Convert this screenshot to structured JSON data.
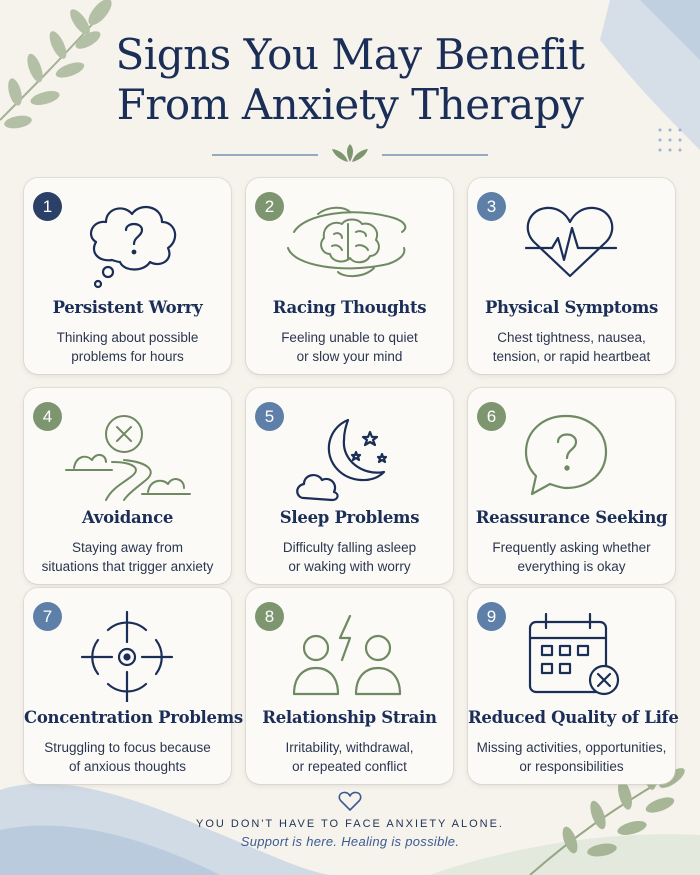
{
  "title": {
    "line1": "Signs You May Benefit",
    "line2": "From Anxiety Therapy"
  },
  "colors": {
    "navy": "#1b2e57",
    "sage": "#7d9670",
    "blue": "#5d7fa8",
    "dark_badge": "#2b4066"
  },
  "cards": [
    {
      "number": "1",
      "title": "Persistent Worry",
      "desc1": "Thinking about possible",
      "desc2": "problems for hours",
      "icon": "thought-bubble-question-icon",
      "badge_color": "#2b4066"
    },
    {
      "number": "2",
      "title": "Racing Thoughts",
      "desc1": "Feeling unable to quiet",
      "desc2": "or slow your mind",
      "icon": "swirling-brain-icon",
      "badge_color": "#7d9670"
    },
    {
      "number": "3",
      "title": "Physical Symptoms",
      "desc1": "Chest tightness, nausea,",
      "desc2": "tension, or rapid heartbeat",
      "icon": "heartbeat-icon",
      "badge_color": "#5d7fa8"
    },
    {
      "number": "4",
      "title": "Avoidance",
      "desc1": "Staying away from",
      "desc2": "situations that trigger anxiety",
      "icon": "path-with-x-icon",
      "badge_color": "#7d9670"
    },
    {
      "number": "5",
      "title": "Sleep Problems",
      "desc1": "Difficulty falling asleep",
      "desc2": "or waking with worry",
      "icon": "moon-and-stars-icon",
      "badge_color": "#5d7fa8"
    },
    {
      "number": "6",
      "title": "Reassurance Seeking",
      "desc1": "Frequently asking whether",
      "desc2": "everything is okay",
      "icon": "speech-bubble-question-icon",
      "badge_color": "#7d9670"
    },
    {
      "number": "7",
      "title": "Concentration Problems",
      "desc1": "Struggling to focus because",
      "desc2": "of anxious thoughts",
      "icon": "target-crosshair-icon",
      "badge_color": "#5d7fa8"
    },
    {
      "number": "8",
      "title": "Relationship Strain",
      "desc1": "Irritability, withdrawal,",
      "desc2": "or repeated conflict",
      "icon": "two-people-lightning-icon",
      "badge_color": "#7d9670"
    },
    {
      "number": "9",
      "title": "Reduced Quality of Life",
      "desc1": "Missing activities, opportunities,",
      "desc2": "or responsibilities",
      "icon": "calendar-x-icon",
      "badge_color": "#5d7fa8"
    }
  ],
  "footer": {
    "line1": "YOU DON'T HAVE TO FACE ANXIETY ALONE.",
    "line2": "Support is here. Healing is possible."
  }
}
